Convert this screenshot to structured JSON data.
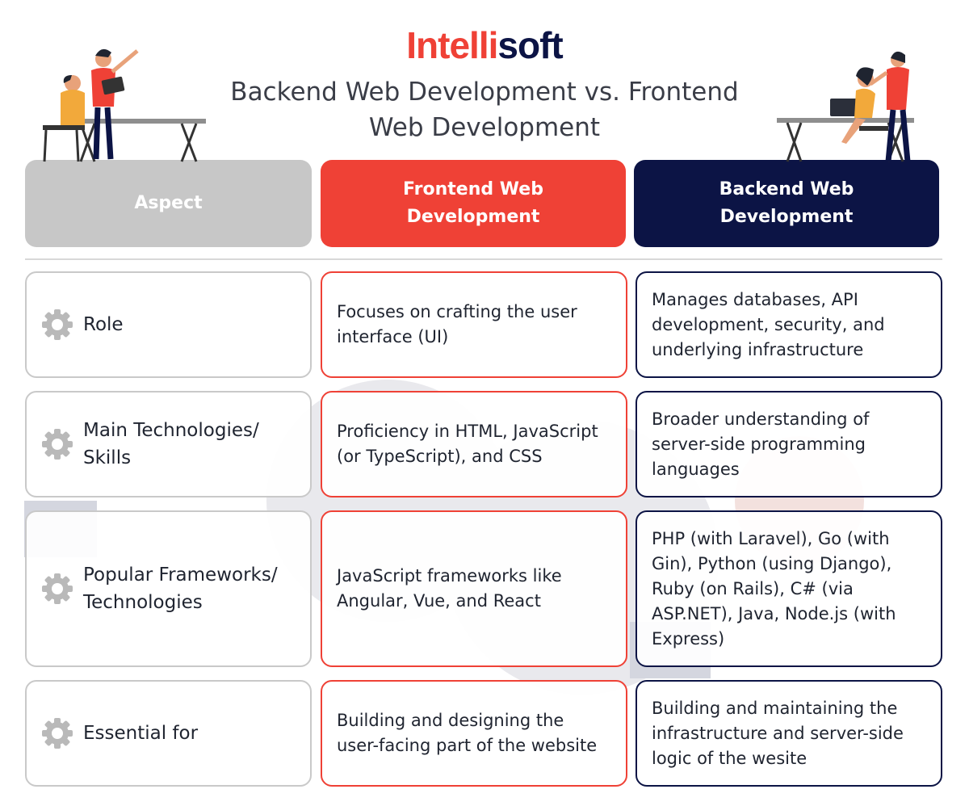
{
  "logo": {
    "part1": "Intelli",
    "part2": "soft"
  },
  "title": "Backend Web Development vs. Frontend Web Development",
  "headers": {
    "aspect": "Aspect",
    "frontend": "Frontend Web Development",
    "backend": "Backend Web Development"
  },
  "rows": [
    {
      "aspect": "Role",
      "frontend": "Focuses on crafting the user interface (UI)",
      "backend": "Manages databases, API development, security, and underlying infrastructure"
    },
    {
      "aspect": "Main Technologies/ Skills",
      "frontend": "Proficiency in HTML, JavaScript (or TypeScript), and CSS",
      "backend": "Broader understanding of server-side programming languages"
    },
    {
      "aspect": "Popular Frameworks/ Technologies",
      "frontend": "JavaScript frameworks like Angular, Vue, and React",
      "backend": "PHP (with Laravel), Go (with Gin), Python (using Django), Ruby (on Rails), C# (via ASP.NET), Java, Node.js (with Express)"
    },
    {
      "aspect": "Essential for",
      "frontend": "Building and designing the user-facing part of the website",
      "backend": "Building and maintaining the infrastructure and server-side logic of the wesite"
    }
  ],
  "icons": {
    "row_icon": "gear-icon"
  },
  "colors": {
    "brand_red": "#ef4136",
    "brand_navy": "#0c1445",
    "aspect_gray": "#c7c7c7"
  }
}
